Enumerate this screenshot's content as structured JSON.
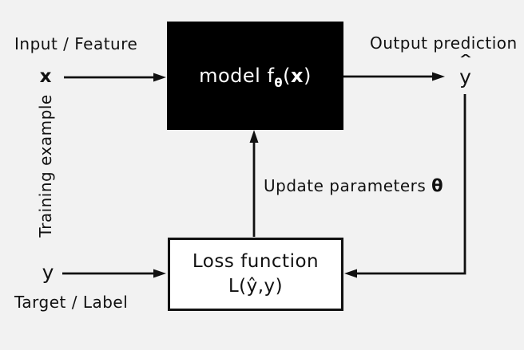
{
  "colors": {
    "background": "#f2f2f2",
    "ink": "#111111",
    "box_fill": "#000000",
    "box_text": "#ffffff",
    "loss_fill": "#ffffff"
  },
  "labels": {
    "input": "Input / Feature",
    "output": "Output prediction",
    "training_example": "Training example",
    "target": "Target / Label"
  },
  "symbols": {
    "input_x": "x",
    "target_y": "y",
    "output_base": "y",
    "output_hat": "ˆ"
  },
  "model_box": {
    "prefix": "model f",
    "theta_subscript": "θ",
    "open_paren": "(",
    "arg": "x",
    "close_paren": ")"
  },
  "loss_box": {
    "line1": "Loss function",
    "line2": "L(ŷ,y)"
  },
  "update_label": {
    "text": "Update parameters ",
    "theta": "θ"
  }
}
